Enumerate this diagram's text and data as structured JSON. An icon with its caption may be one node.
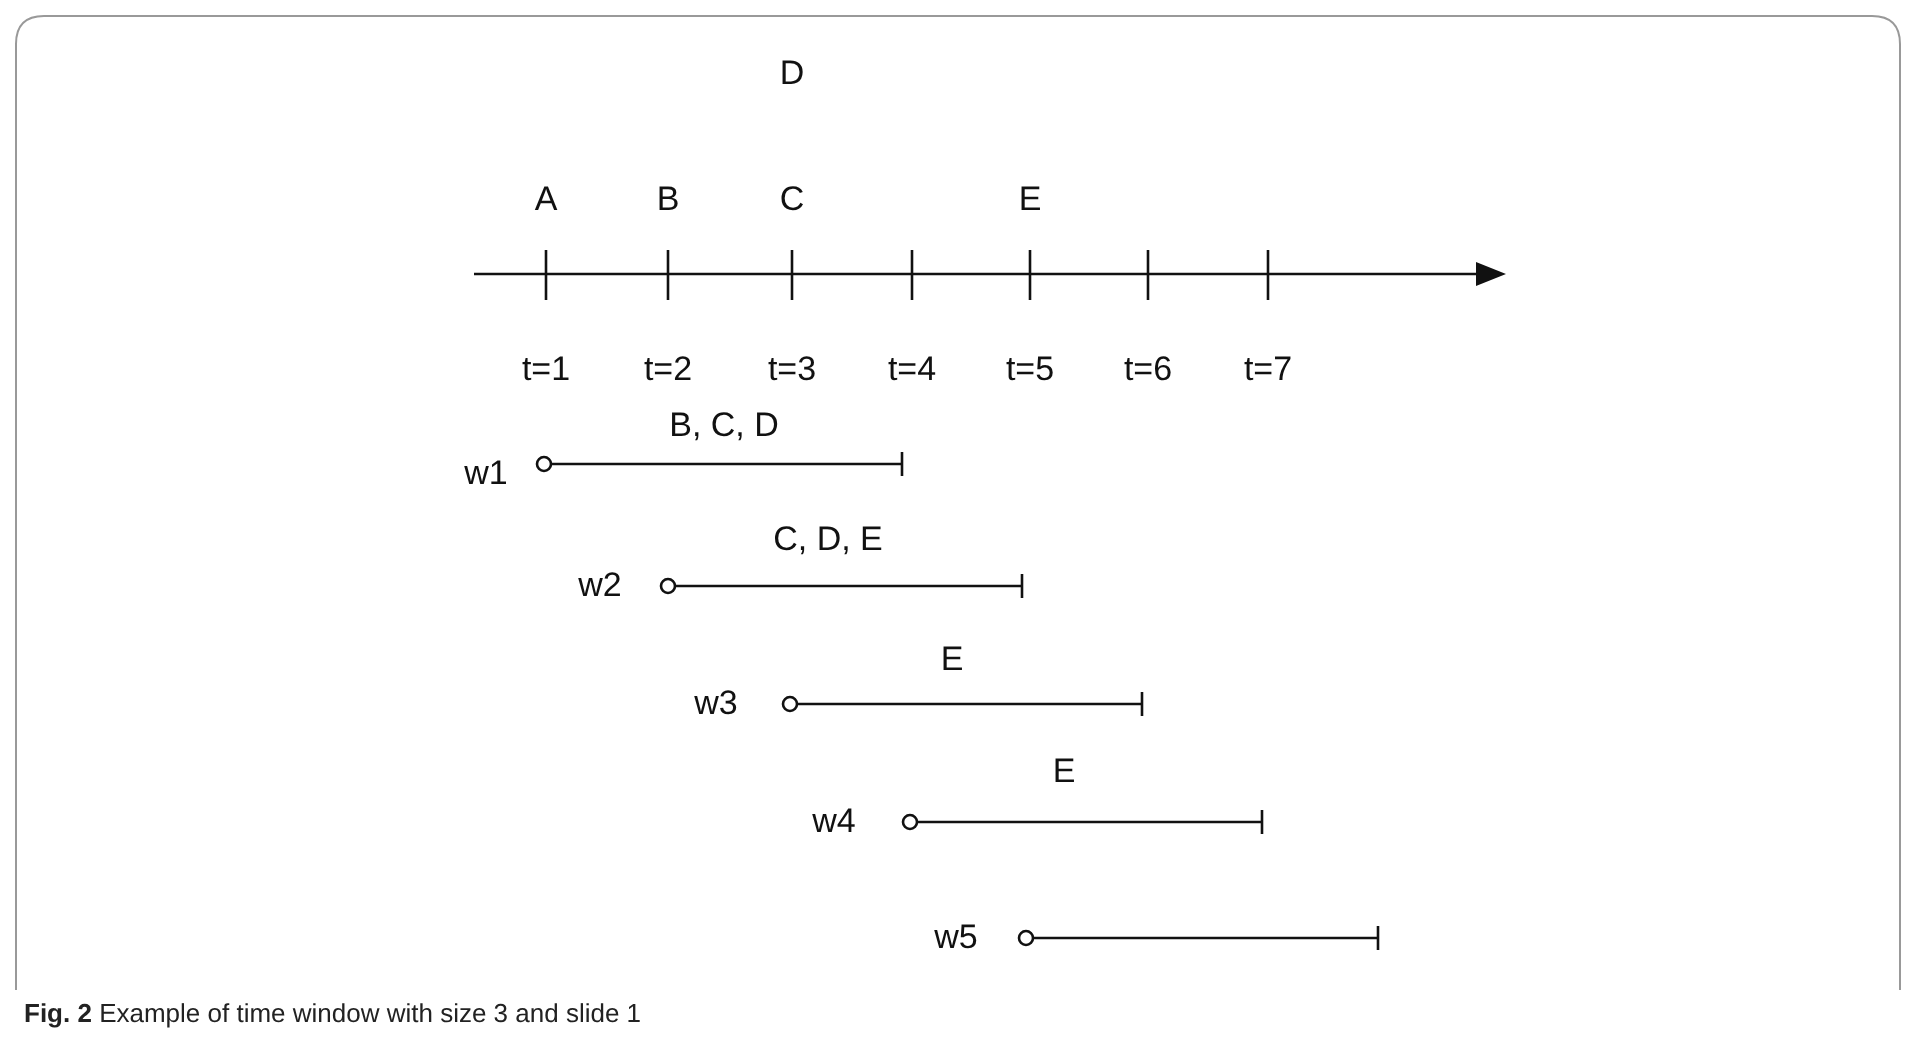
{
  "diagram": {
    "caption": "**Fig. 2** Example of time window with size 3 and slide 1",
    "labels": [
      "D",
      "A",
      "B",
      "C",
      "E",
      "t=1",
      "t=2",
      "t=3",
      "t=4",
      "t=5",
      "t=6",
      "t=7",
      "B, C, D",
      "w1",
      "C, D, E",
      "w2",
      "E",
      "w3",
      "E",
      "w4",
      "w5"
    ]
  }
}
